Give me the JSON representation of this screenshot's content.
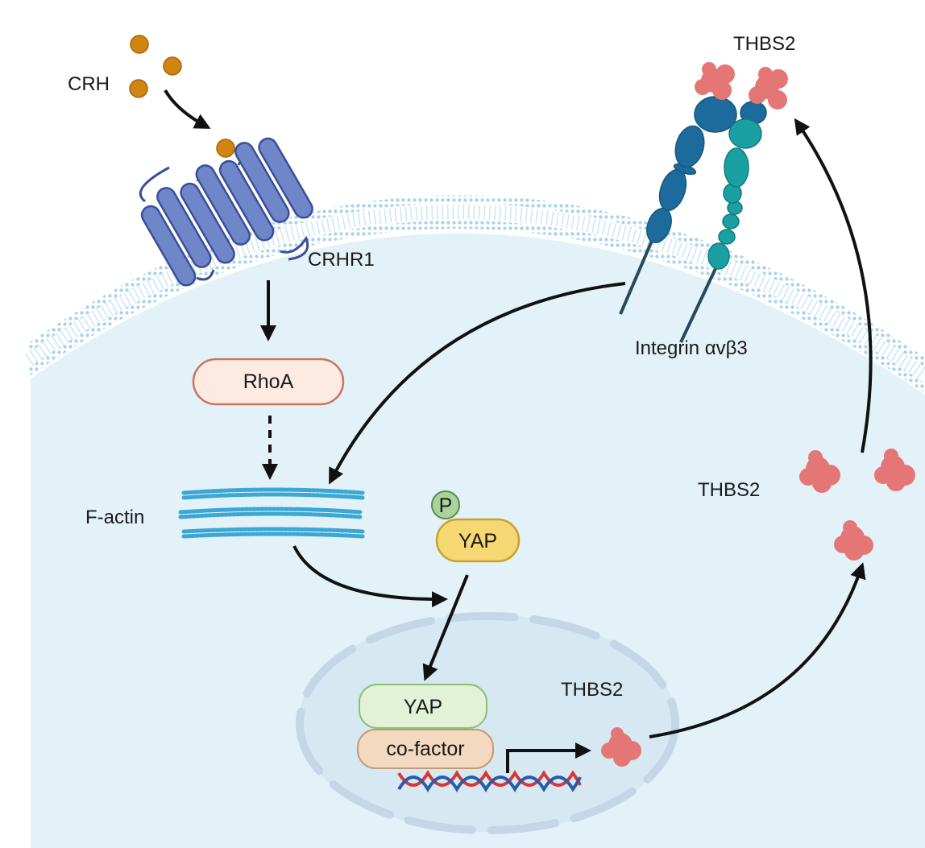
{
  "diagram": {
    "labels": {
      "crh": "CRH",
      "crhr1": "CRHR1",
      "rhoa": "RhoA",
      "f_actin": "F-actin",
      "phospho": "P",
      "yap_cytoplasm": "YAP",
      "yap_nucleus": "YAP",
      "cofactor": "co-factor",
      "thbs2_nucleus": "THBS2",
      "thbs2_cytoplasm": "THBS2",
      "thbs2_extracellular": "THBS2",
      "integrin": "Integrin αvβ3"
    },
    "colors": {
      "cytoplasm": "#e3f1f8",
      "membrane": "#a9d3ec",
      "nucleus": "#d6e9f3",
      "nuclear_envelope": "#c5d6e6",
      "crh_ligand": "#d08412",
      "receptor": "#6f86c9",
      "rhoa_fill": "#fdebe3",
      "rhoa_stroke": "#c9745c",
      "actin": "#3aa7d5",
      "yap_p_fill": "#f6d873",
      "phospho_fill": "#a9d39a",
      "yap_nuc_fill": "#e1f2d6",
      "cofactor_fill": "#f3d9bf",
      "thbs2": "#e57676",
      "integrin_alpha": "#1d6b9c",
      "integrin_beta": "#1aa0a2",
      "dna_red": "#d93636",
      "dna_blue": "#2a5aa8",
      "arrow": "#111111"
    }
  }
}
